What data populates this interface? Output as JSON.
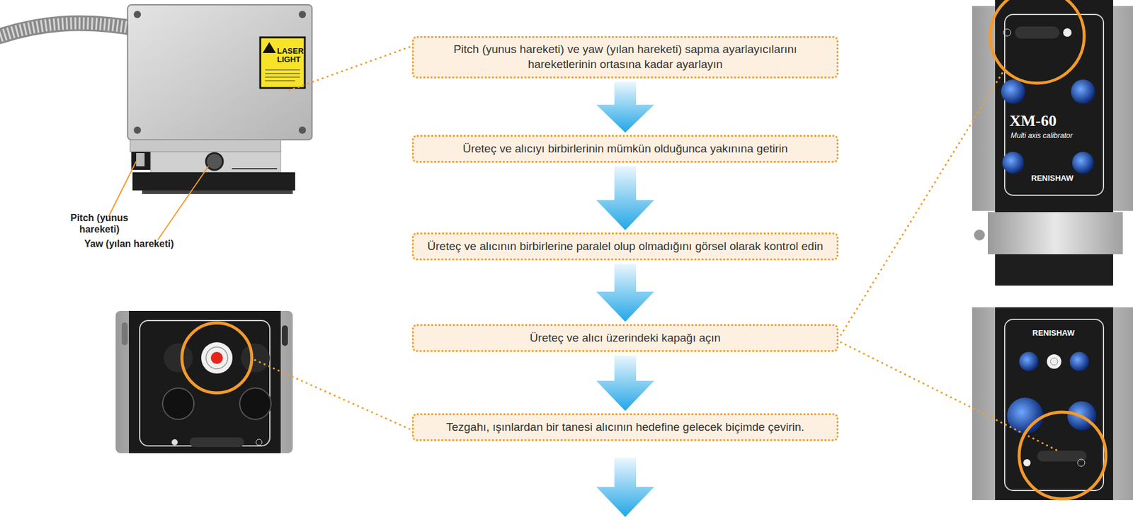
{
  "diagram": {
    "nodes": [
      {
        "text": [
          "Pitch (yunus hareketi) ve yaw (yılan hareketi) sapma ayarlayıcılarını hareketlerinin ortasına kadar ayarlayın"
        ]
      },
      {
        "text": [
          "Üreteç ve alıcıyı birbirlerinin mümkün olduğunca yakınına getirin"
        ]
      },
      {
        "text": [
          "Üreteç ve alıcının birbirlerine paralel olup olmadığını görsel olarak kontrol edin"
        ]
      },
      {
        "text": [
          "Üreteç ve alıcı üzerindeki kapağı açın"
        ]
      },
      {
        "text": [
          "Tezgahı, ışınlardan bir tanesi alıcının hedefine gelecek biçimde çevirin."
        ]
      }
    ],
    "edges": [
      {
        "from": 0,
        "to": 1,
        "arrow": "to"
      },
      {
        "from": 1,
        "to": 2,
        "arrow": "to"
      },
      {
        "from": 2,
        "to": 3,
        "arrow": "to"
      },
      {
        "from": 3,
        "to": 4,
        "arrow": "to"
      }
    ],
    "labels": [
      "Pitch (yunus hareketi)",
      "Yaw (yılan hareketi)",
      "LASER LIGHT",
      "XM-60",
      "Multi axis calibrator",
      "RENISHAW",
      "RENISHAW"
    ]
  }
}
